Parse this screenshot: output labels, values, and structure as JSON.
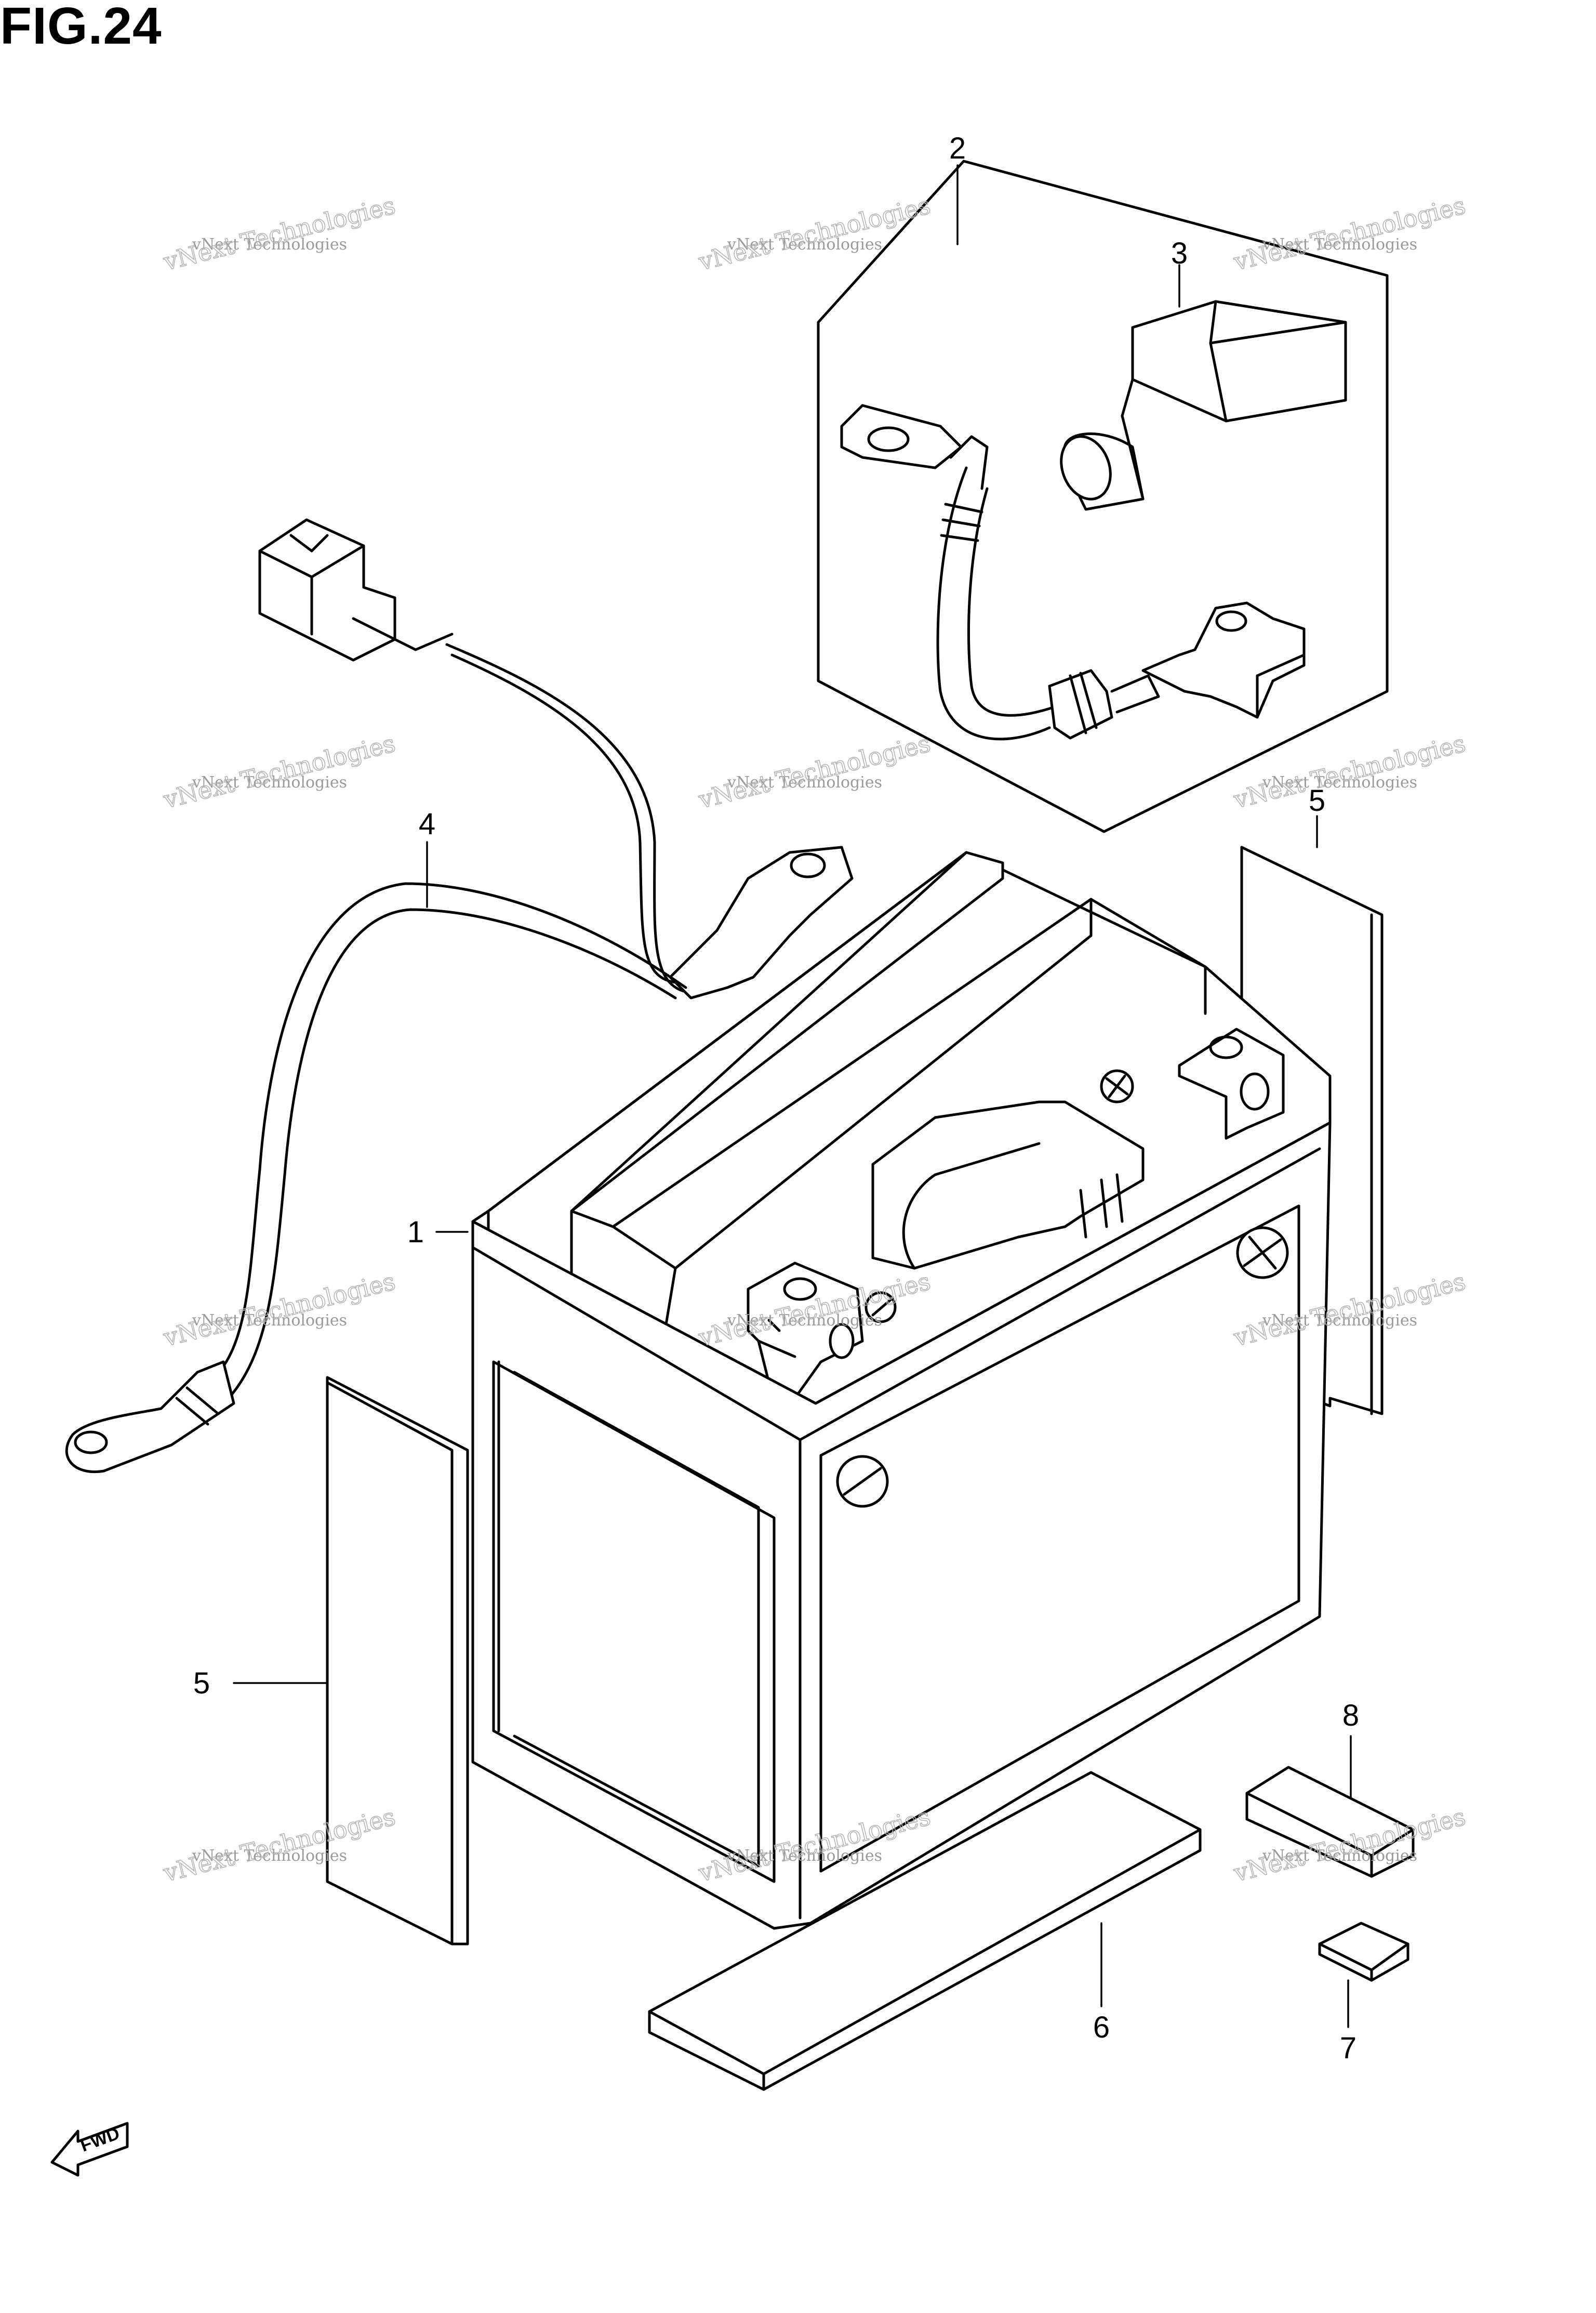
{
  "figure": {
    "title": "FIG.24",
    "fwd_label": "FWD"
  },
  "callouts": [
    {
      "id": "1",
      "label": "1"
    },
    {
      "id": "2",
      "label": "2"
    },
    {
      "id": "3",
      "label": "3"
    },
    {
      "id": "4",
      "label": "4"
    },
    {
      "id": "5a",
      "label": "5"
    },
    {
      "id": "5b",
      "label": "5"
    },
    {
      "id": "6",
      "label": "6"
    },
    {
      "id": "7",
      "label": "7"
    },
    {
      "id": "8",
      "label": "8"
    }
  ],
  "watermark": {
    "line1": "vNext Technologies",
    "line2": "vNext Technologies"
  }
}
